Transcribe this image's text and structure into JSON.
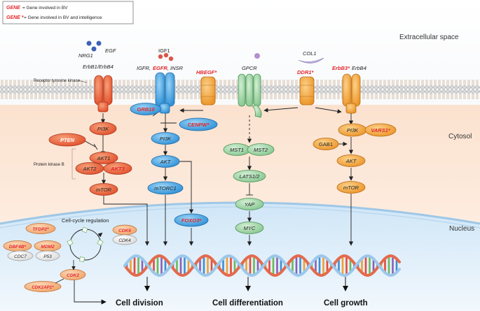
{
  "legend": {
    "gene_bv": "GENE",
    "gene_bv_desc": "= Gene involved in BV",
    "gene_bv_int": "GENE *",
    "gene_bv_int_desc": "= Gene involved in BV and intelligence"
  },
  "regions": {
    "extracellular": "Extracellular space",
    "cytosol": "Cytosol",
    "nucleus": "Nucleus"
  },
  "ligands": {
    "nrg1": "NRG1",
    "egf": "EGF",
    "igf1": "IGF1",
    "col1": "COL1"
  },
  "receptors": {
    "erbb1_erbb4": "ErbB1/ErbB4",
    "rtk_label": "Receptor tyrosine kinase",
    "igfr": "IGFR,",
    "egfr": "EGFR",
    "insr": ", INSR",
    "hbegf": "HBEGF*",
    "gpcr": "GPCR",
    "ddr1": "DDR1*",
    "erbb3": "ErbB3*",
    "erbb4": "ErbB4"
  },
  "nodes": {
    "pi3k_a": "PI3K",
    "pten": "PTEN",
    "akt1": "AKT1",
    "akt2": "AKT2",
    "akt3": "AKT3",
    "mtor_a": "mTOR",
    "pkb_label": "Protein kinase B",
    "grb10": "GRB10",
    "cenpw": "CENPW*",
    "pi3k_b": "PI3K",
    "akt_b": "AKT",
    "mtorc1": "mTORC1",
    "foxo3": "FOXO3*",
    "mst1": "MST1",
    "mst2": "MST2",
    "lats": "LATS1/2",
    "yap": "YAP",
    "myc": "MYC",
    "gab1": "GAB1",
    "pi3k_c": "PI3K",
    "vars1": "VARS1*",
    "akt_c": "AKT",
    "mtor_c": "mTOR"
  },
  "cell_cycle": {
    "title": "Cell-cycle regulation",
    "tfdp2": "TFDP2*",
    "dbf4b": "DBF4B*",
    "cdc7": "CDC7",
    "mdm2": "MDM2",
    "p53": "P53",
    "cdk6": "CDK6",
    "cdk4": "CDK4",
    "cdk2": "CDK2",
    "cdk2ap1": "CDK2AP1*"
  },
  "outcomes": {
    "division": "Cell division",
    "differentiation": "Cell differentiation",
    "growth": "Cell growth"
  },
  "colors": {
    "red_gene": "#e3262b",
    "orange_node": "#e8653c",
    "blue_node": "#3d9fde",
    "green_node": "#9bd3a2",
    "amber_node": "#f2a23a"
  }
}
